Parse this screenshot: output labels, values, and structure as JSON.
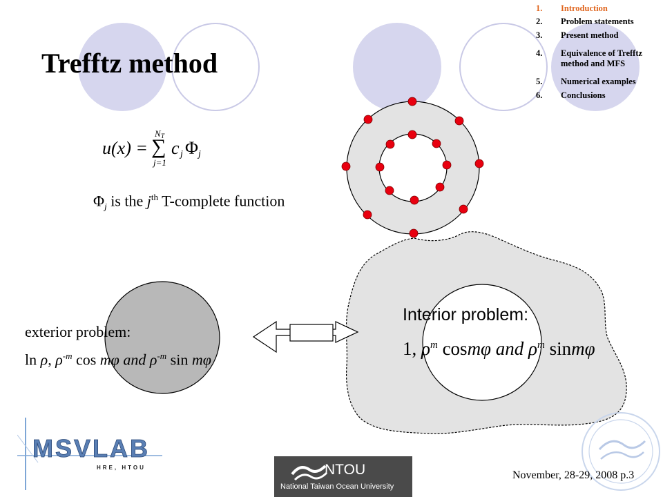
{
  "slide": {
    "title": "Trefftz method"
  },
  "agenda": {
    "items": [
      {
        "num": "1.",
        "label": "Introduction",
        "active": true
      },
      {
        "num": "2.",
        "label": "Problem statements",
        "active": false
      },
      {
        "num": "3.",
        "label": "Present method",
        "active": false
      },
      {
        "num": "4.",
        "label": "Equivalence of Trefftz",
        "label2": "method and MFS",
        "active": false
      },
      {
        "num": "5.",
        "label": "Numerical examples",
        "active": false
      },
      {
        "num": "6.",
        "label": "Conclusions",
        "active": false
      }
    ]
  },
  "formula": {
    "lhs": "u(x) =",
    "sum_upper": "N",
    "sum_upper_sub": "T",
    "sum_lower": "j=1",
    "term": "c",
    "term_sub": "j",
    "phi": "Φ",
    "phi_sub": "j"
  },
  "phi_note": {
    "phi": "Φ",
    "sub": "j",
    "text_before": " is the ",
    "j": "j",
    "th": "th",
    "text_after": " T-complete function"
  },
  "exterior": {
    "label": "exterior problem:",
    "ln": "ln ",
    "rho": "ρ",
    "sep": ", ",
    "exp_neg": "-m",
    "cos": " cos ",
    "mphi": "mφ",
    "and": " and ",
    "sin": " sin "
  },
  "interior": {
    "label": "Interior problem:",
    "one": "1, ",
    "rho": "ρ",
    "exp": "m",
    "cos": " cos",
    "mphi": "mφ",
    "and": " and ",
    "sin": " sin"
  },
  "footer": {
    "date": "November, 28-29, 2008 p.3"
  },
  "logos": {
    "msvlab": "MSVLAB",
    "msvlab_sub": "HRE, HTOU",
    "ntou": "NTOU",
    "ntou_full": "National Taiwan Ocean University"
  },
  "colors": {
    "accent_circle": "#d6d6ee",
    "active_agenda": "#e0661f",
    "node_red": "#e8000f",
    "domain_gray": "#e3e3e3",
    "exterior_gray": "#b8b8b8"
  }
}
